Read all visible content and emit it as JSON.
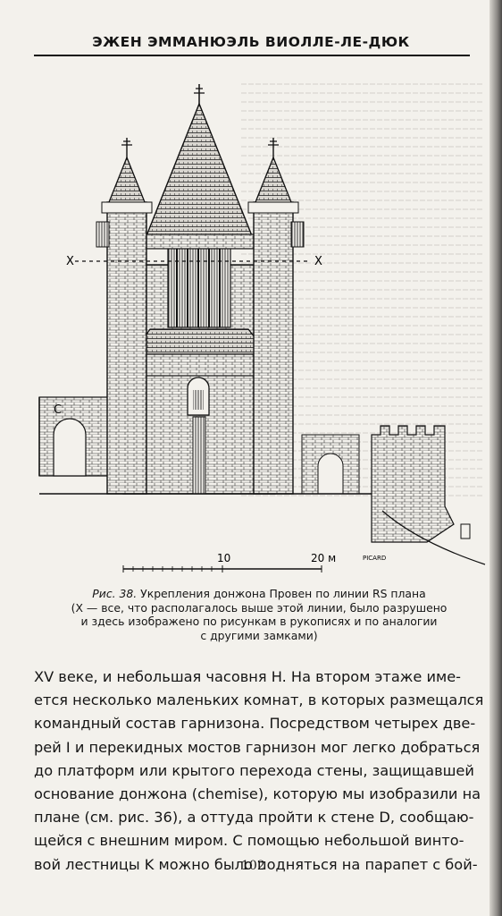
{
  "header": {
    "running_title": "ЭЖЕН ЭММАНЮЭЛЬ ВИОЛЛЕ-ЛЕ-ДЮК"
  },
  "figure": {
    "labels": {
      "left_x": "X",
      "right_x": "X",
      "c_label": "C",
      "scale_mid": "10",
      "scale_end": "20 м",
      "signature": "PICARD"
    },
    "caption": {
      "lead": "Рис. 38.",
      "title": " Укрепления донжона Провен по линии RS плана",
      "note_line1": "(X — все, что располагалось выше этой линии, было разрушено",
      "note_line2": "и здесь изображено по рисункам в рукописях и по аналогии",
      "note_line3": "с другими замками)"
    }
  },
  "body_lines": [
    "XV веке, и небольшая часовня H. На втором этаже име-",
    "ется несколько маленьких комнат, в которых размещался",
    "командный состав гарнизона. Посредством четырех две-",
    "рей I и перекидных мостов гарнизон мог легко добраться",
    "до платформ или крытого перехода стены, защищавшей",
    "основание донжона (chemise), которую мы изобразили на",
    "плане (см. рис. 36), а оттуда пройти к стене D, сообщаю-",
    "щейся с внешним миром. С помощью небольшой винто-",
    "вой лестницы K можно было подняться на парапет с бой-"
  ],
  "page_number": "102"
}
